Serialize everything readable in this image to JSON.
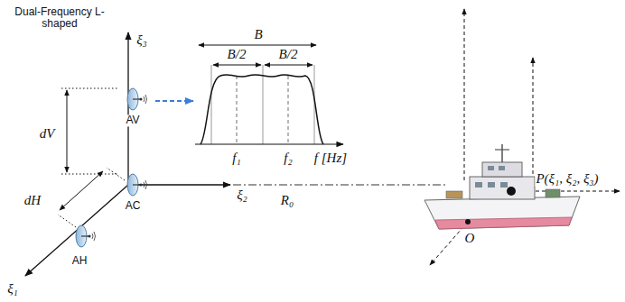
{
  "diagram": {
    "labels": [
      "Dual-Frequency L-shaped",
      "ξ₃",
      "AV",
      "dV",
      "AC",
      "ξ₂",
      "dH",
      "AH",
      "ξ₁",
      "B",
      "B/2",
      "B/2",
      "f₁",
      "f₂",
      "f [Hz]",
      "R₀",
      "P(ξ₁, ξ₂, ξ₃)",
      "O"
    ]
  }
}
